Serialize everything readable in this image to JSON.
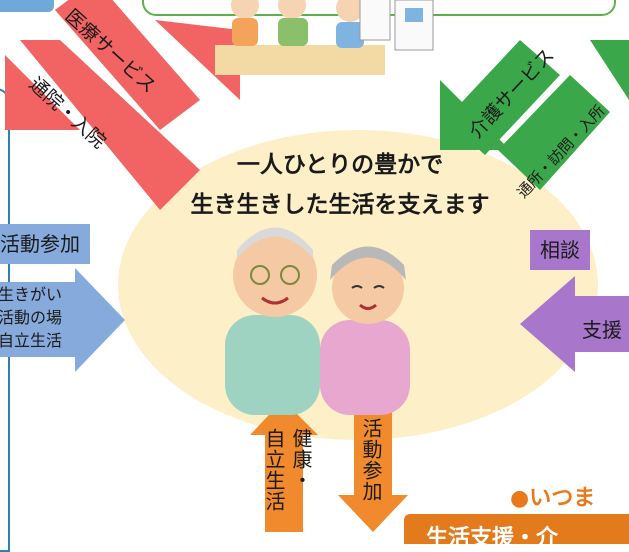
{
  "headline": {
    "line1": "一人ひとりの豊かで",
    "line2": "生き生きした生活を支えます"
  },
  "left_arrows": {
    "upper_label": "医療サービス",
    "lower_label": "通院・入院"
  },
  "right_arrows": {
    "upper_label": "介護サービス",
    "lower_label": "通所・訪問・入所"
  },
  "left_side": {
    "label": "活動参加",
    "bullets": [
      "生きがい",
      "活動の場",
      "自立生活"
    ]
  },
  "right_side": {
    "upper_label": "相談",
    "lower_label": "支援"
  },
  "bottom_arrows": {
    "up_label_col1": "健康・",
    "up_label_col2": "自立生活",
    "down_label": "活動参加"
  },
  "bottom_right": {
    "notice": "●いつま",
    "bar_text": "生活支援・介"
  },
  "colors": {
    "red_arrow": "#f26363",
    "green_arrow": "#3aa84a",
    "blue_arrow": "#86aadc",
    "purple_arrow": "#a877cc",
    "orange_arrow": "#f08a2c",
    "oval": "#fdf0c8"
  }
}
